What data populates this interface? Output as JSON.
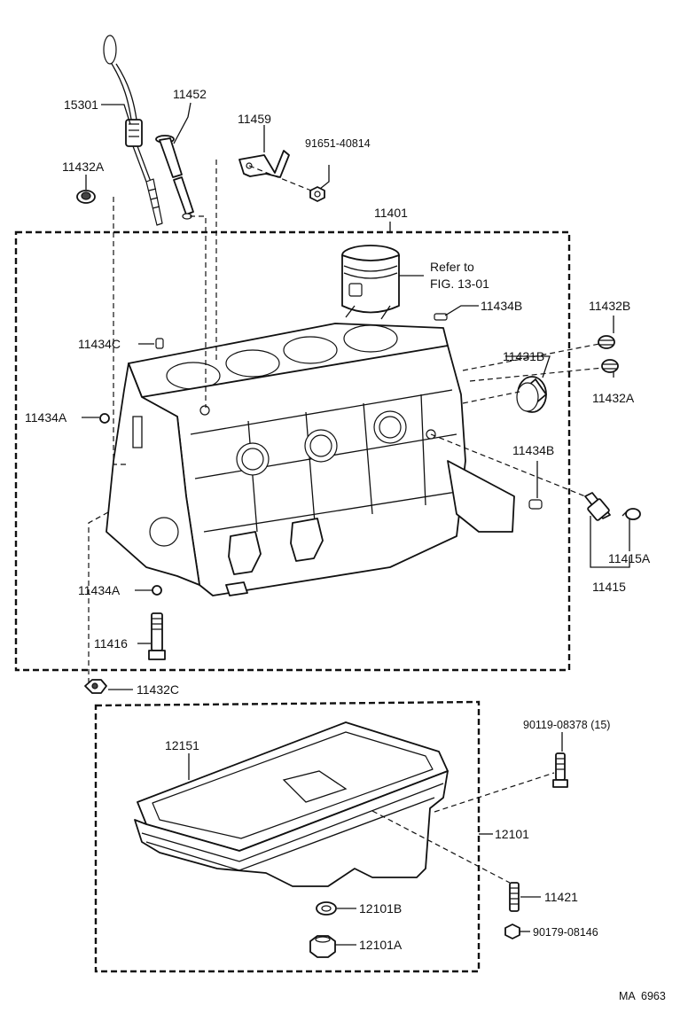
{
  "labels": {
    "p15301": "15301",
    "p11452": "11452",
    "p11459": "11459",
    "p91651": "91651-40814",
    "p11432A_top": "11432A",
    "p11401": "11401",
    "refer_line1": "Refer to",
    "refer_line2": "FIG. 13-01",
    "p11434B_top": "11434B",
    "p11432B": "11432B",
    "p11434C": "11434C",
    "p11431B": "11431B",
    "p11432A_right": "11432A",
    "p11434A_left": "11434A",
    "p11434B_right": "11434B",
    "p11415A": "11415A",
    "p11415": "11415",
    "p11434A_low": "11434A",
    "p11416": "11416",
    "p11432C": "11432C",
    "p90119": "90119-08378 (15)",
    "p12151": "12151",
    "p12101": "12101",
    "p11421": "11421",
    "p12101B": "12101B",
    "p90179": "90179-08146",
    "p12101A": "12101A",
    "fig_code": "MA  6963"
  }
}
